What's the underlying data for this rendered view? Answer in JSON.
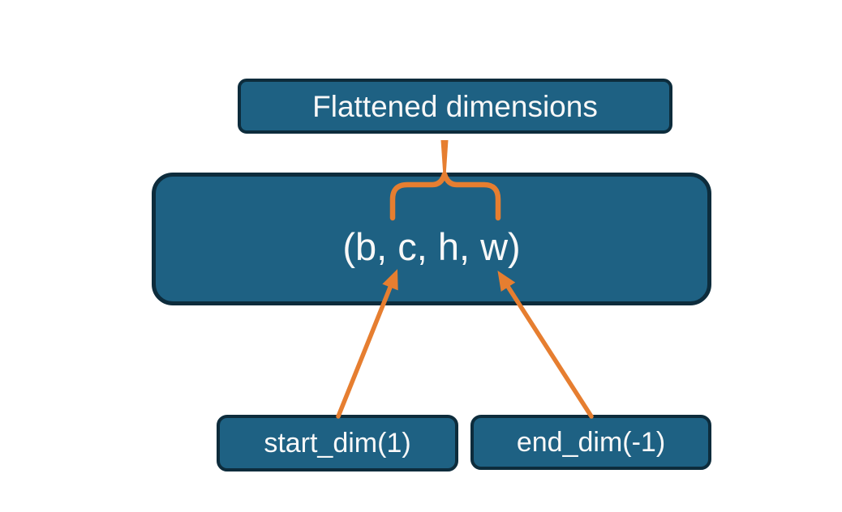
{
  "diagram": {
    "title_node": {
      "label": "Flattened dimensions"
    },
    "tensor_node": {
      "label": "(b, c, h, w)"
    },
    "start_dim_node": {
      "label": "start_dim(1)"
    },
    "end_dim_node": {
      "label": "end_dim(-1)"
    }
  },
  "colors": {
    "node_fill": "#1e6183",
    "node_border": "#0d2c3c",
    "connector": "#e67e30",
    "text_color": "#f8f8f8",
    "page_bg": "#ffffff"
  }
}
